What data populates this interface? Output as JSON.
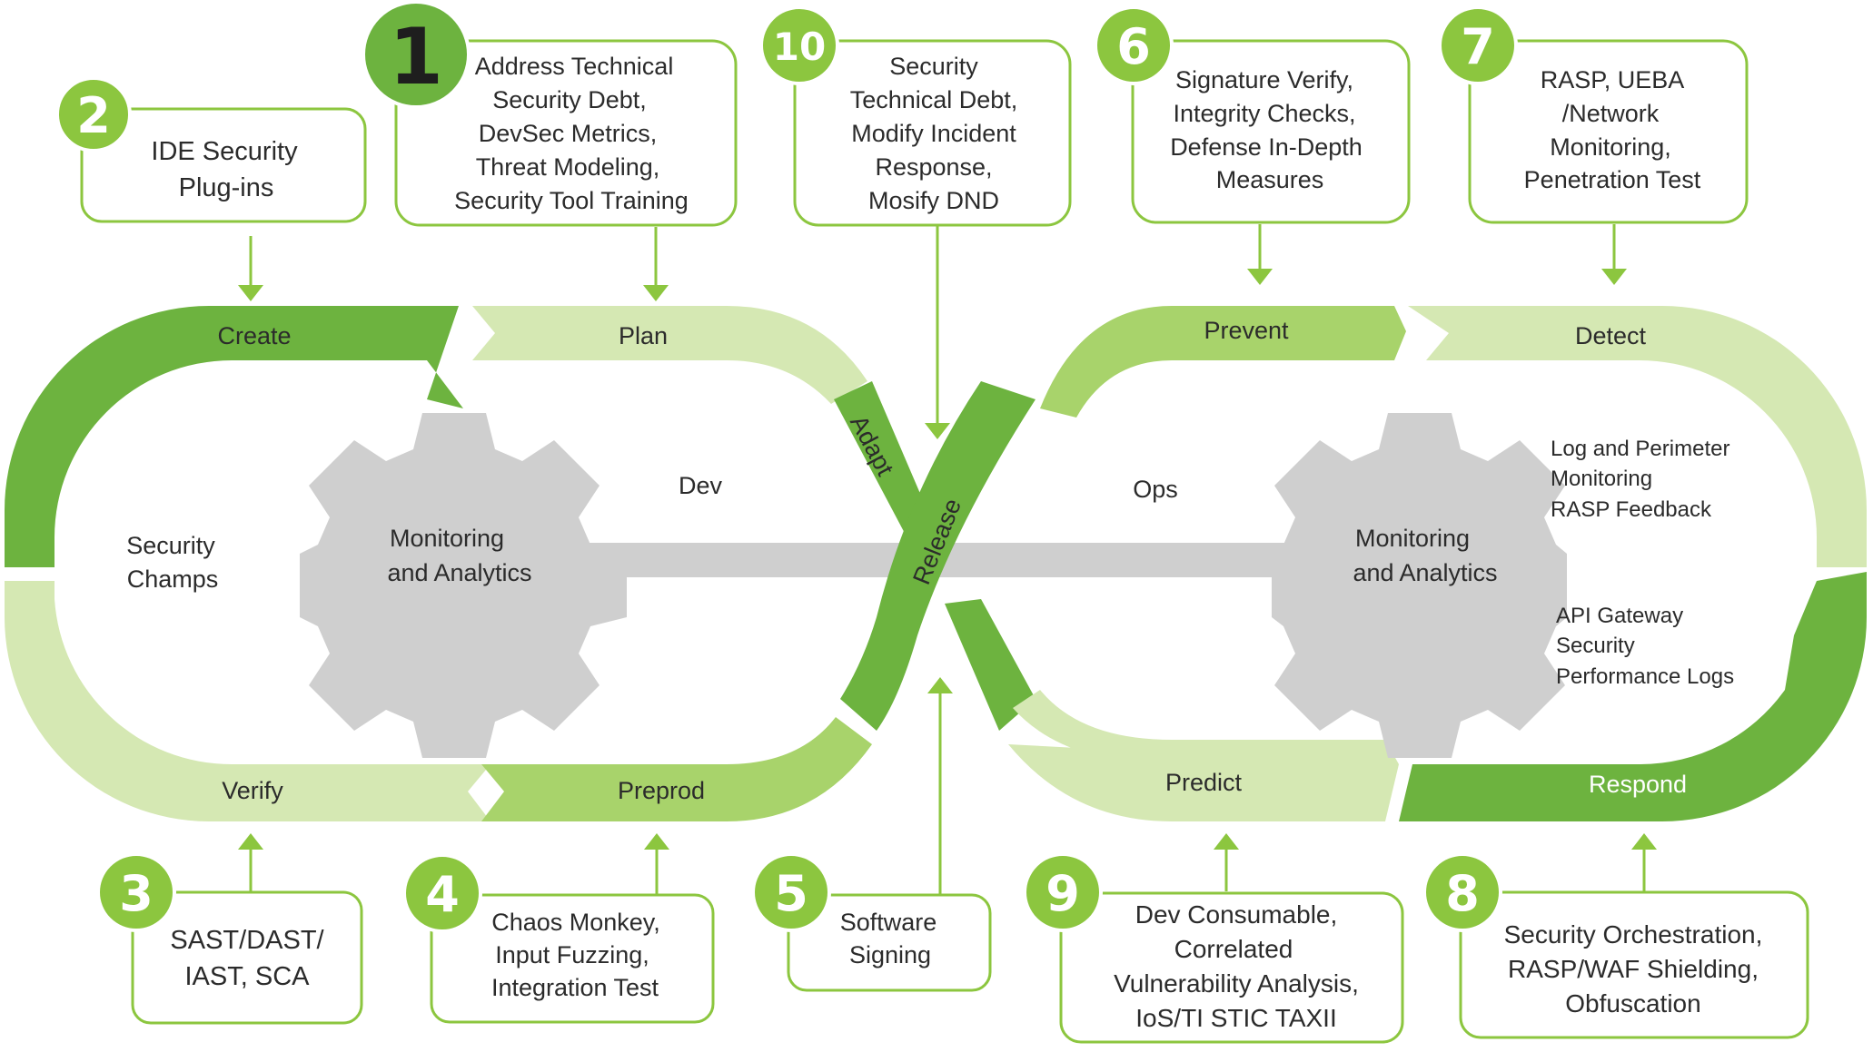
{
  "colors": {
    "dark_green": "#6db33f",
    "mid_green": "#a8d36b",
    "light_green": "#d5e8b3",
    "badge_green": "#8cc63f",
    "gray": "#cfcfcf"
  },
  "phases": {
    "create": "Create",
    "plan": "Plan",
    "verify": "Verify",
    "preprod": "Preprod",
    "adapt": "Adapt",
    "release": "Release",
    "prevent": "Prevent",
    "detect": "Detect",
    "predict": "Predict",
    "respond": "Respond"
  },
  "center": {
    "dev": "Dev",
    "ops": "Ops",
    "security_champs": [
      "Security",
      "Champs"
    ],
    "left_gear": [
      "Monitoring",
      "and Analytics"
    ],
    "right_gear": [
      "Monitoring",
      "and Analytics"
    ],
    "right_notes_top": [
      "Log and Perimeter",
      "Monitoring",
      "RASP Feedback"
    ],
    "right_notes_bottom": [
      "API Gateway",
      "Security",
      "Performance Logs"
    ]
  },
  "boxes": [
    {
      "id": "b1",
      "number": "1",
      "lines": [
        "Address Technical",
        "Security Debt,",
        "DevSec Metrics,",
        "Threat Modeling,",
        "Security Tool Training"
      ]
    },
    {
      "id": "b2",
      "number": "2",
      "lines": [
        "IDE Security",
        "Plug-ins"
      ]
    },
    {
      "id": "b3",
      "number": "3",
      "lines": [
        "SAST/DAST/",
        "IAST, SCA"
      ]
    },
    {
      "id": "b4",
      "number": "4",
      "lines": [
        "Chaos Monkey,",
        "Input Fuzzing,",
        "Integration Test"
      ]
    },
    {
      "id": "b5",
      "number": "5",
      "lines": [
        "Software",
        "Signing"
      ]
    },
    {
      "id": "b6",
      "number": "6",
      "lines": [
        "Signature Verify,",
        "Integrity Checks,",
        "Defense In-Depth",
        "Measures"
      ]
    },
    {
      "id": "b7",
      "number": "7",
      "lines": [
        "RASP, UEBA",
        "/Network",
        "Monitoring,",
        "Penetration Test"
      ]
    },
    {
      "id": "b8",
      "number": "8",
      "lines": [
        "Security Orchestration,",
        "RASP/WAF Shielding,",
        "Obfuscation"
      ]
    },
    {
      "id": "b9",
      "number": "9",
      "lines": [
        "Dev Consumable,",
        "Correlated",
        "Vulnerability Analysis,",
        "IoS/TI STIC TAXII"
      ]
    },
    {
      "id": "b10",
      "number": "10",
      "lines": [
        "Security",
        "Technical Debt,",
        "Modify Incident",
        "Response,",
        "Mosify DND"
      ]
    }
  ]
}
